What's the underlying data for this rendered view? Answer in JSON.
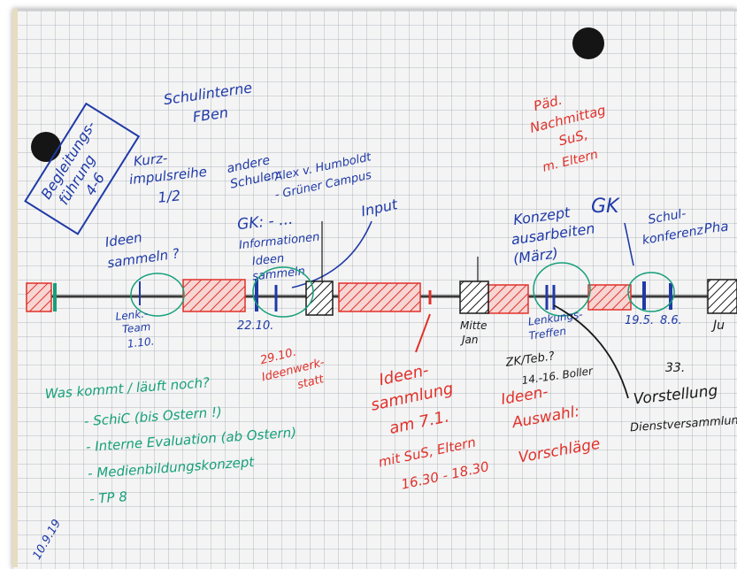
{
  "notes": {
    "rotated_box": [
      "Begleitungs-",
      "führung",
      "4-6"
    ],
    "schulinterne": [
      "Schulinterne",
      "FBen"
    ],
    "kurz_impuls": [
      "Kurz-",
      "impulsreihe",
      "1/2"
    ],
    "andere_schulen": [
      "andere",
      "Schulen:",
      "- Alex v. Humboldt",
      "- Grüner Campus"
    ],
    "gk_info": [
      "GK: - ...",
      "Informationen"
    ],
    "input": "Input",
    "ideen_sammeln": [
      "Ideen",
      "sammeln ?"
    ],
    "ideen_sammeln_2": [
      "Ideen",
      "sammeln"
    ],
    "paed_nachmittag": [
      "Päd.",
      "Nachmittag",
      "SuS,",
      "m. Eltern"
    ],
    "konzept": [
      "Konzept",
      "ausarbeiten",
      "(März)"
    ],
    "gk": "GK",
    "schulkonferenz": [
      "Schul-",
      "konferenz"
    ],
    "ph": "Pha"
  },
  "timeline": {
    "labels_below": {
      "lenkungsteam": [
        "Lenk.-",
        "Team",
        "1.10."
      ],
      "d2210": "22.10.",
      "mitte_jan": [
        "Mitte",
        "Jan"
      ],
      "lenkungs_treffen": [
        "Lenkungs-",
        "Treffen"
      ],
      "d195": "19.5.",
      "d86": "8.6.",
      "ju": "Ju"
    }
  },
  "red_notes": {
    "ideenwerkstatt": [
      "29.10.",
      "Ideenwerk-",
      "statt"
    ],
    "ideensammlung": [
      "Ideen-",
      "sammlung",
      "am 7.1.",
      "mit SuS, Eltern",
      "16.30 - 18.30"
    ],
    "ideen_auswahl": [
      "Ideen-",
      "Auswahl:",
      "Vorschläge"
    ]
  },
  "black_notes": {
    "zk_teb": [
      "ZK/Teb.?",
      "14.-16. Boller"
    ],
    "vorstellung": [
      "33.",
      "Vorstellung",
      "Dienstversammlung"
    ]
  },
  "green_list": {
    "heading": "Was kommt / läuft noch?",
    "items": [
      "- SchiC (bis Ostern !)",
      "- Interne Evaluation (ab Ostern)",
      "- Medienbildungskonzept",
      "- TP 8"
    ]
  },
  "date_stamp": "10.9.19",
  "colors": {
    "blue": "#1f3aa8",
    "red": "#e0312a",
    "green": "#16a07a",
    "black": "#1a1a1a",
    "magnet": "#151515"
  }
}
